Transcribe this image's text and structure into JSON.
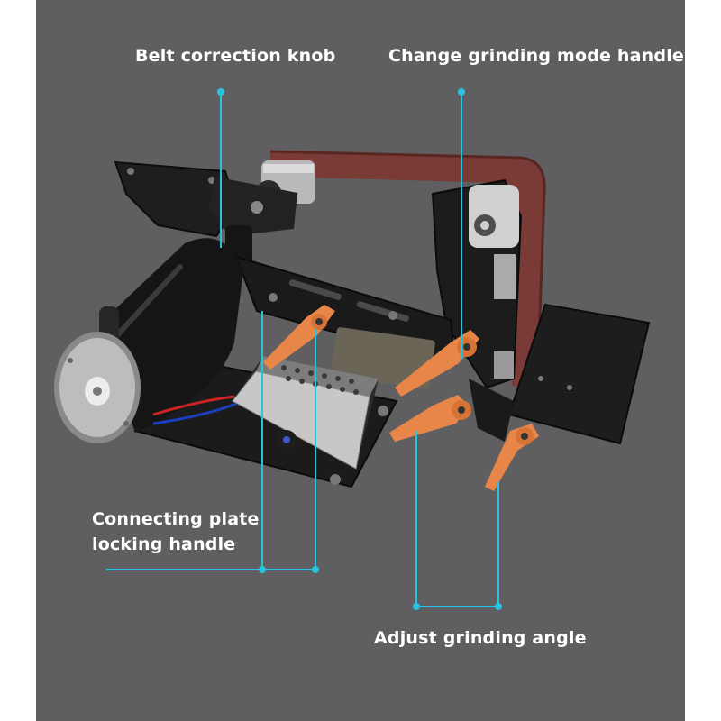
{
  "labels": {
    "belt_correction": "Belt correction knob",
    "change_mode": "Change grinding mode handle",
    "connecting_line1": "Connecting plate",
    "connecting_line2": "locking handle",
    "adjust_angle": "Adjust grinding angle"
  },
  "colors": {
    "background": "#5f5f61",
    "callout": "#29c3e0",
    "handle": "#e8864a",
    "belt": "#7a3a35"
  }
}
